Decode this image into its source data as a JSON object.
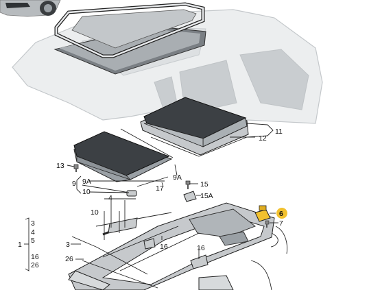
{
  "callouts": [
    {
      "id": "c11",
      "text": "11"
    },
    {
      "id": "c12",
      "text": "12"
    },
    {
      "id": "c13",
      "text": "13"
    },
    {
      "id": "c9",
      "text": "9"
    },
    {
      "id": "c9a1",
      "text": "9A"
    },
    {
      "id": "c9a2",
      "text": "9A"
    },
    {
      "id": "c10a",
      "text": "10"
    },
    {
      "id": "c17",
      "text": "17"
    },
    {
      "id": "c4",
      "text": "4"
    },
    {
      "id": "c15",
      "text": "15"
    },
    {
      "id": "c15a",
      "text": "15A"
    },
    {
      "id": "c10b",
      "text": "10"
    },
    {
      "id": "c6",
      "text": "6"
    },
    {
      "id": "c7",
      "text": "7"
    },
    {
      "id": "c3a",
      "text": "3"
    },
    {
      "id": "c4b",
      "text": "4"
    },
    {
      "id": "c5",
      "text": "5"
    },
    {
      "id": "c1",
      "text": "1"
    },
    {
      "id": "c16a",
      "text": "16"
    },
    {
      "id": "c26a",
      "text": "26"
    },
    {
      "id": "c3b",
      "text": "3"
    },
    {
      "id": "c16b",
      "text": "16"
    },
    {
      "id": "c16c",
      "text": "16"
    },
    {
      "id": "c26b",
      "text": "26"
    }
  ],
  "colors": {
    "highlight": "#f2c12e",
    "line": "#222222",
    "roof": "#eceeef",
    "glass_dark": "#3c4044"
  }
}
